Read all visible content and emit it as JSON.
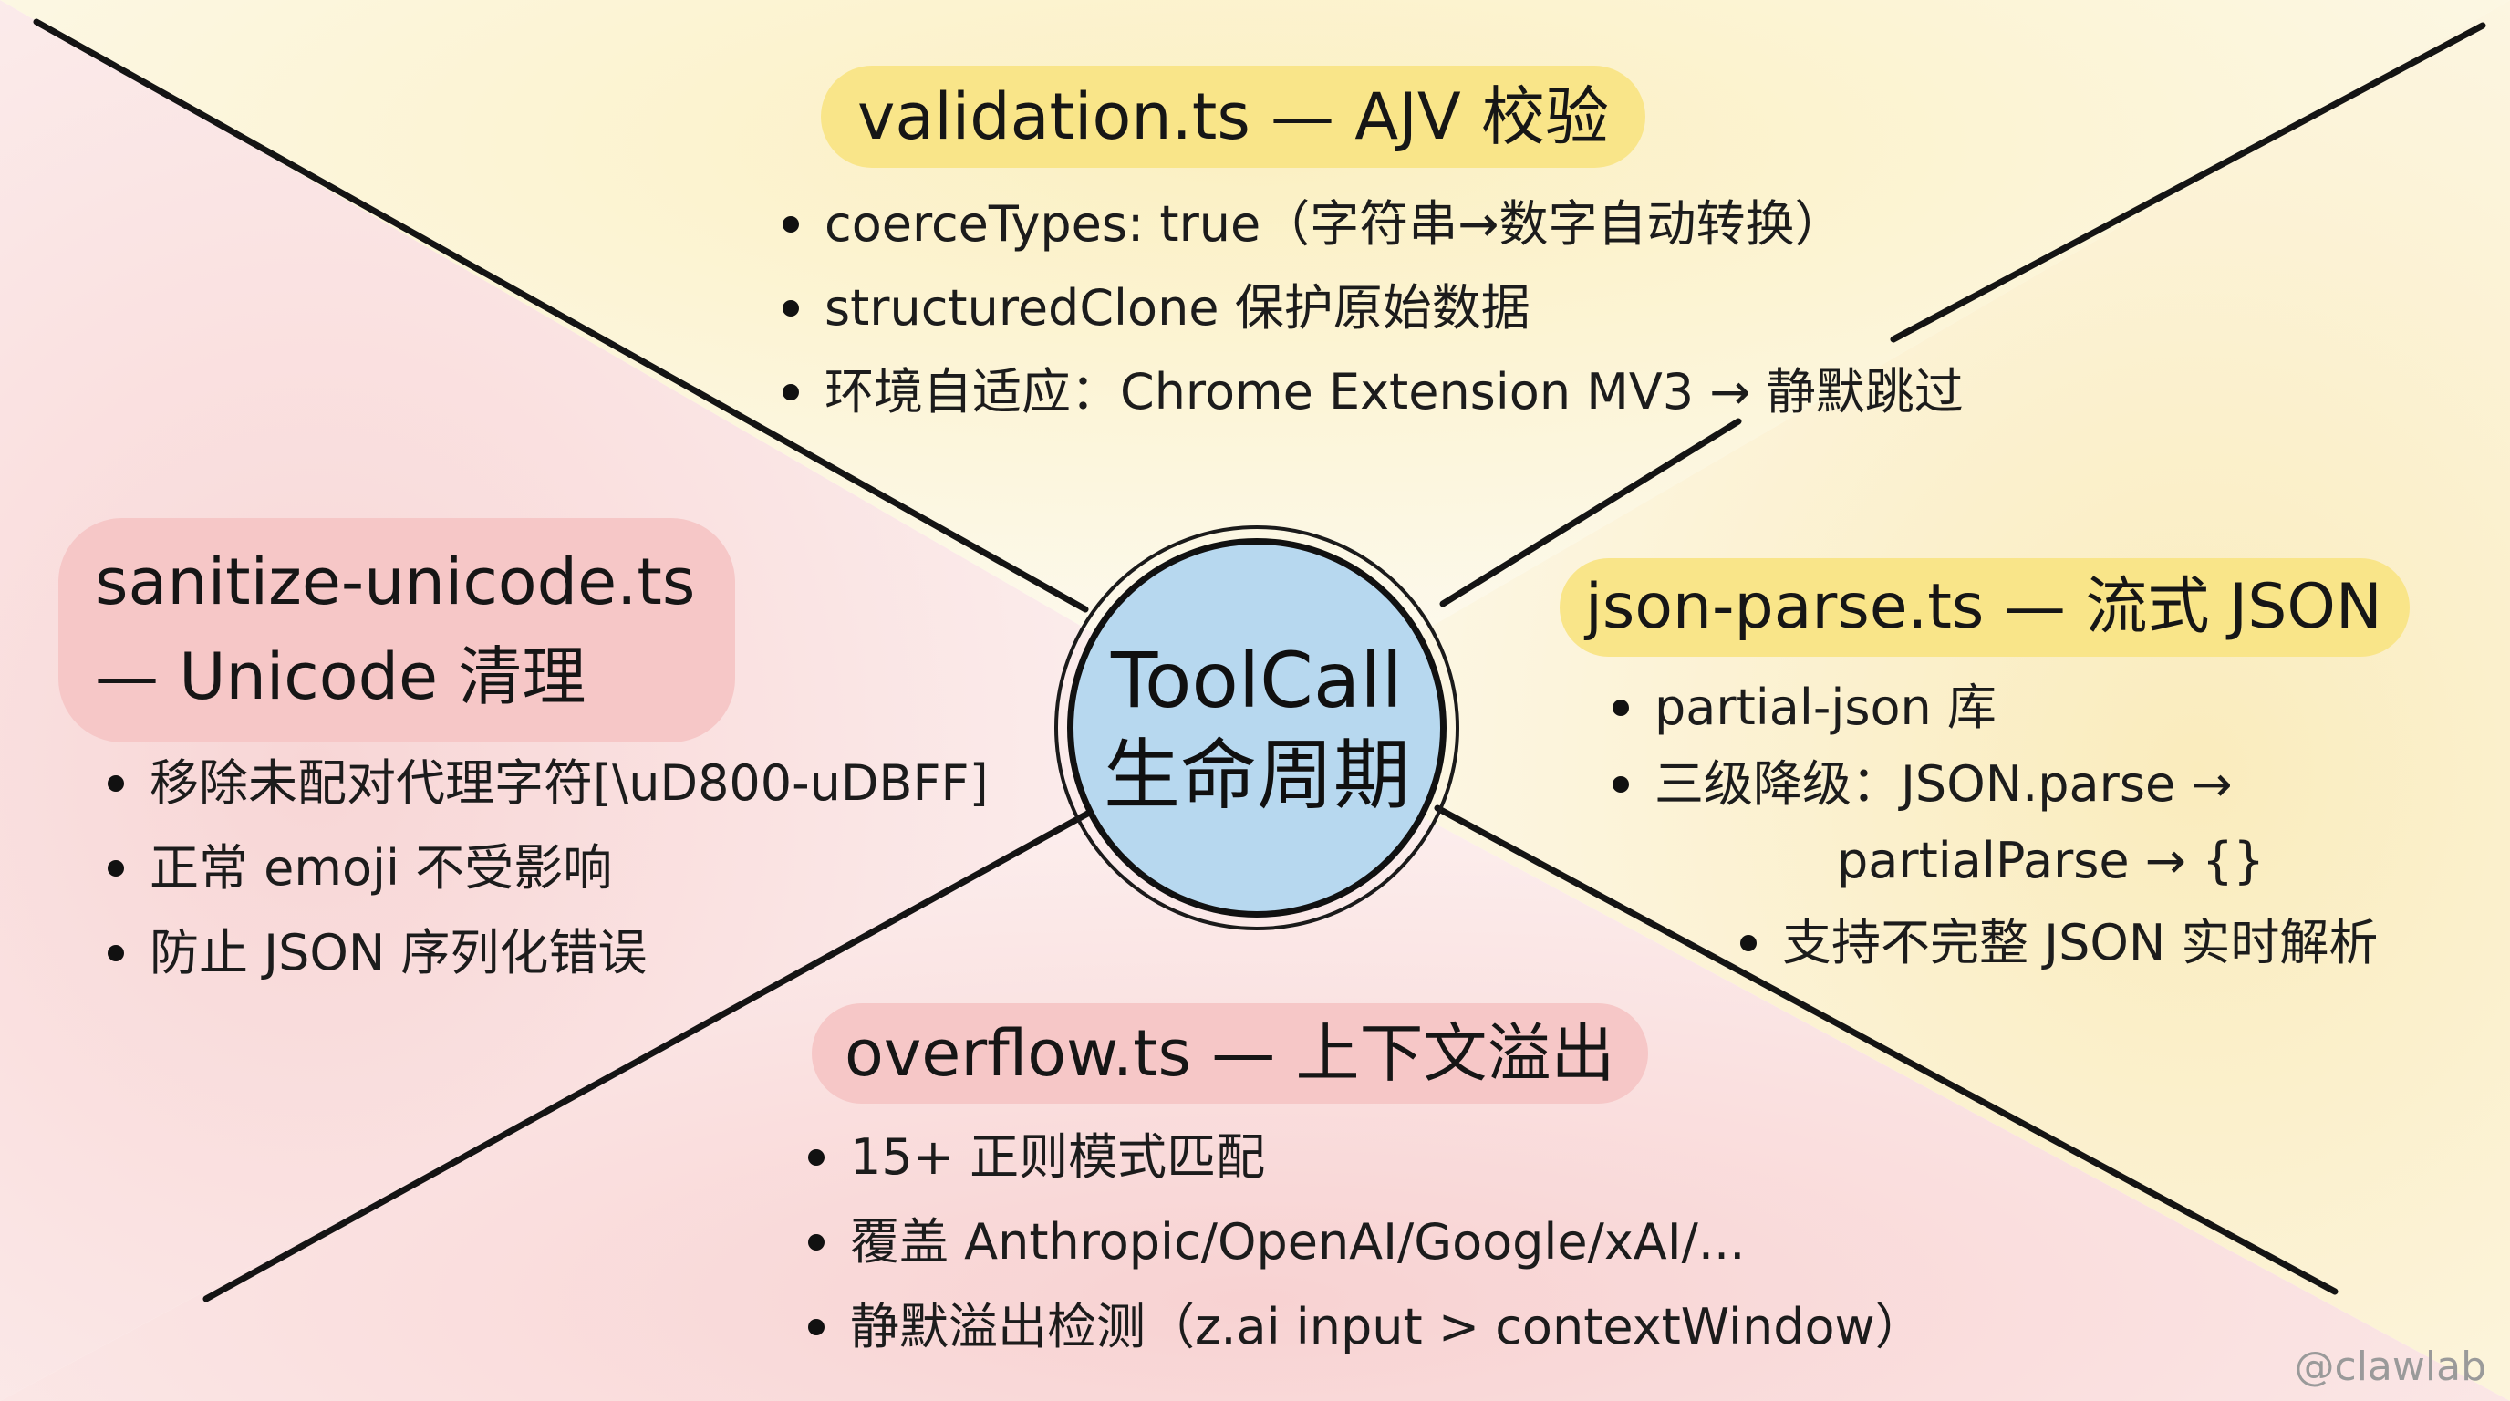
{
  "center": {
    "line1": "ToolCall",
    "line2": "生命周期"
  },
  "top": {
    "title": "validation.ts — AJV 校验",
    "bullets": [
      "coerceTypes: true（字符串→数字自动转换）",
      "structuredClone 保护原始数据",
      "环境自适应：Chrome Extension MV3 → 静默跳过"
    ]
  },
  "left": {
    "title_line1": "sanitize-unicode.ts",
    "title_line2": "— Unicode 清理",
    "bullets": [
      "移除未配对代理字符[\\uD800-uDBFF]",
      "正常 emoji 不受影响",
      "防止 JSON 序列化错误"
    ]
  },
  "right": {
    "title": "json-parse.ts — 流式 JSON",
    "bullets": [
      "partial-json 库",
      "三级降级：JSON.parse →",
      "partialParse → {}",
      "支持不完整 JSON 实时解析"
    ]
  },
  "bottom": {
    "title": "overflow.ts — 上下文溢出",
    "bullets": [
      "15+ 正则模式匹配",
      "覆盖 Anthropic/OpenAI/Google/xAI/...",
      "静默溢出检测（z.ai input > contextWindow）"
    ]
  },
  "watermark": "@clawlab",
  "colors": {
    "top_pill": "#f9e589",
    "side_pill": "#f6c7c7",
    "hub_fill": "#b7d8ef",
    "top_region": "#fbf4d0",
    "left_region": "#f9dede",
    "right_region": "#fbf1cc",
    "bottom_region": "#f9dcdc"
  }
}
